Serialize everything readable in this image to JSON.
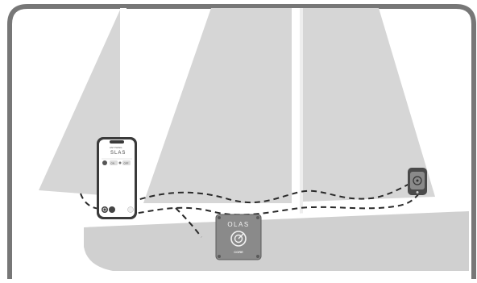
{
  "phone": {
    "app_name": "SLAS",
    "header_small": "ANYTHING",
    "btn_left": "ON",
    "btn_right": "OFF"
  },
  "core_device": {
    "brand": "OLAS",
    "model": "CORE"
  },
  "colors": {
    "frame": "#777777",
    "sail": "#d4d4d4",
    "hull": "#cfcfcf",
    "mast": "#ffffff",
    "device": "#8a8a8a",
    "device_border": "#5a5a5a",
    "dashed_line": "#2a2a2a",
    "phone_body": "#3a3a3a"
  },
  "icons": {
    "target_logo": "target-icon",
    "phone_action": "power-icon"
  }
}
